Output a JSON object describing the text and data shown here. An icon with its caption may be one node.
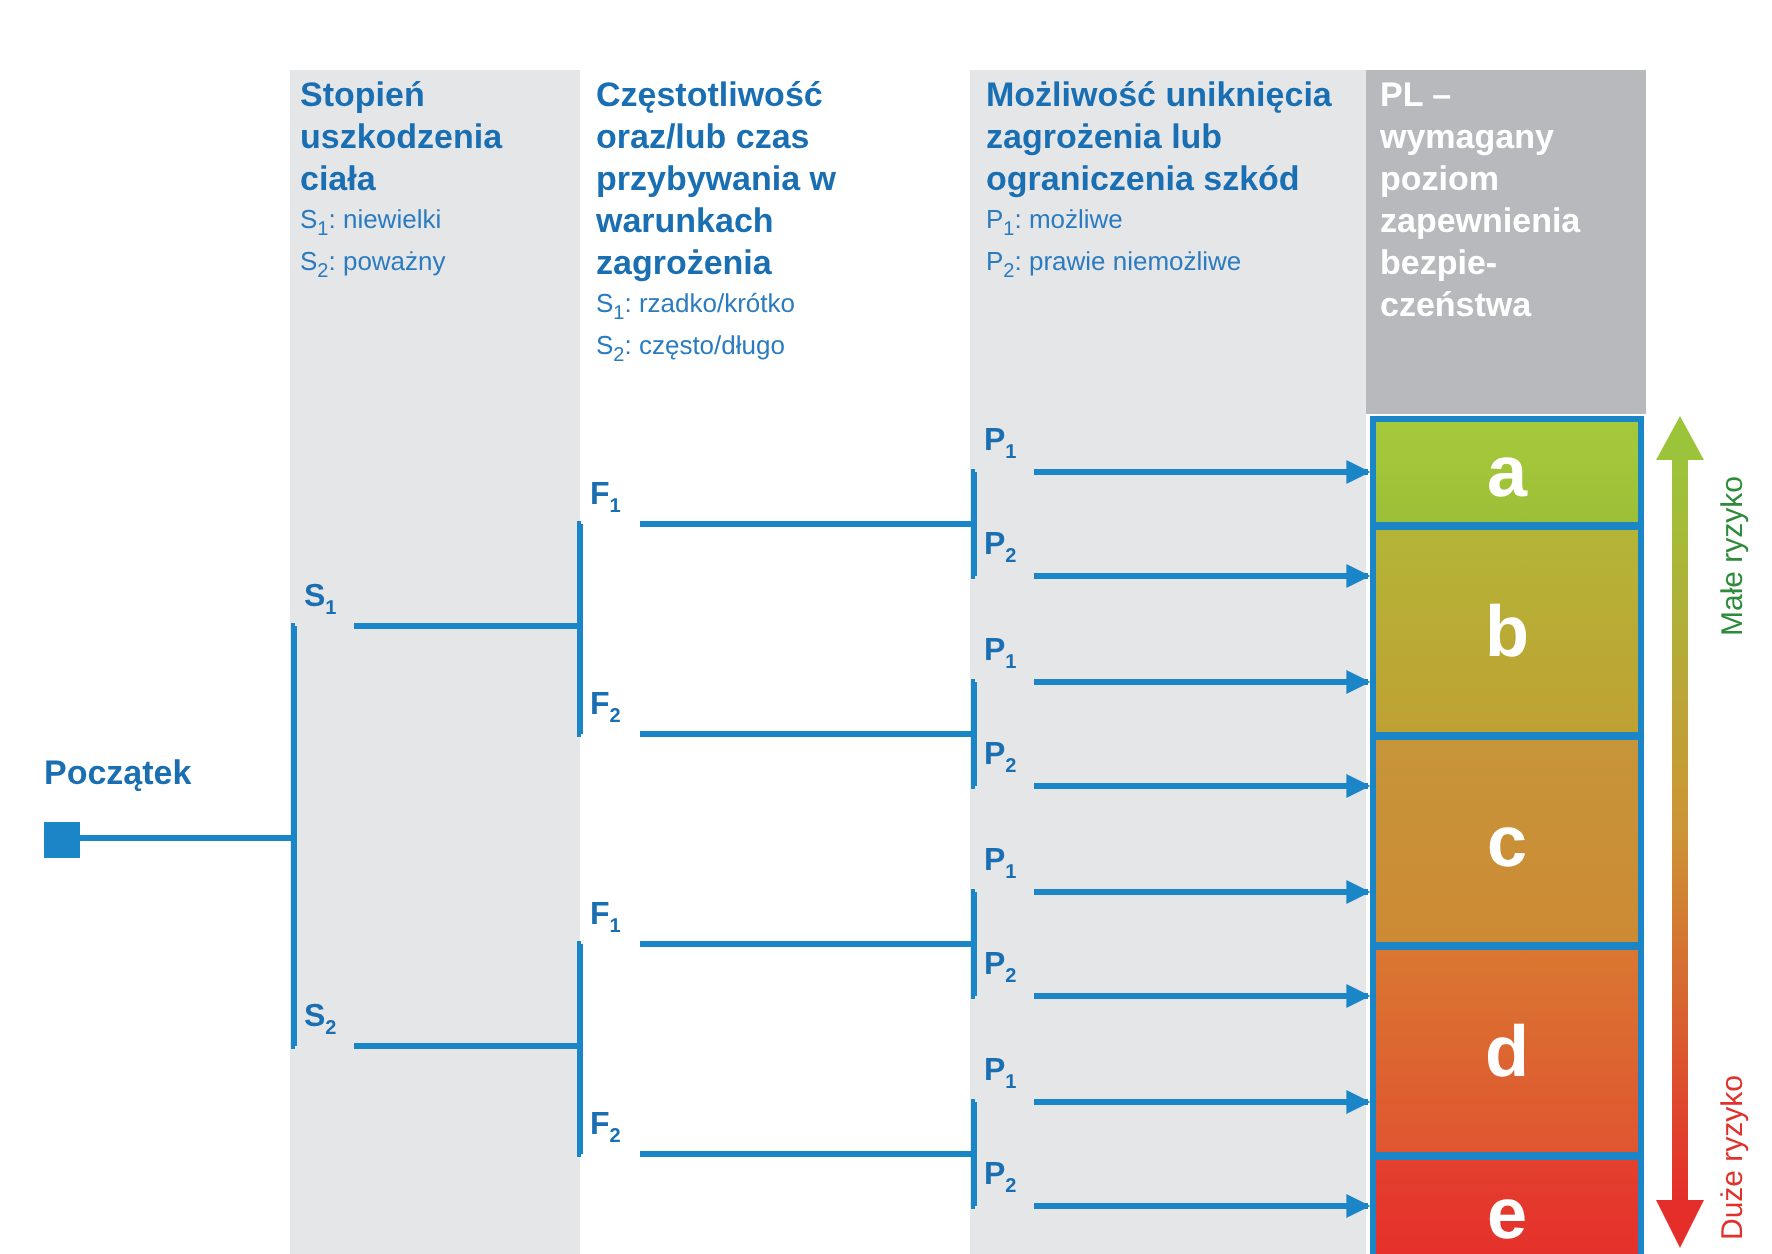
{
  "diagram": {
    "nodes": [
      {
        "text": [],
        "shape": "box",
        "beside": [
          "Początek"
        ]
      },
      {
        "text": [
          "Stopień uszkodzenia ciała",
          "S$_{1}$: niewielki",
          "S$_{2}$: poważny"
        ]
      },
      {
        "text": [
          "S$_{1}$"
        ],
        "in": 1
      },
      {
        "text": [
          "S$_{2}$"
        ],
        "in": 1
      },
      {
        "text": [
          "Częstotliwość oraz/lub czas przybywania w warunkach zagrożenia",
          "S$_{1}$: rzadko/krótko",
          "S$_{2}$: często/długo"
        ]
      },
      {
        "text": [
          "F$_{1}$"
        ],
        "in": 4
      },
      {
        "text": [
          "F$_{2}$"
        ],
        "in": 4
      },
      {
        "text": [
          "F$_{1}$"
        ],
        "in": 4
      },
      {
        "text": [
          "F$_{2}$"
        ],
        "in": 4
      },
      {
        "text": [
          "Możliwość uniknięcia zagrożenia lub ograniczenia szkód",
          "P$_{1}$: możliwe",
          "P$_{2}$: prawie niemożliwe"
        ]
      },
      {
        "text": [
          "P$_{1}$"
        ],
        "in": 9
      },
      {
        "text": [
          "P$_{2}$"
        ],
        "in": 9
      },
      {
        "text": [
          "P$_{1}$"
        ],
        "in": 9
      },
      {
        "text": [
          "P$_{2}$"
        ],
        "in": 9
      },
      {
        "text": [
          "P$_{1}$"
        ],
        "in": 9
      },
      {
        "text": [
          "P$_{2}$"
        ],
        "in": 9
      },
      {
        "text": [
          "P$_{1}$"
        ],
        "in": 9
      },
      {
        "text": [
          "P$_{2}$"
        ],
        "in": 9
      },
      {
        "text": [
          "PL – wymagany poziom zapewnienia bezpie- czeństwa"
        ]
      },
      {
        "text": [
          "a"
        ]
      },
      {
        "text": [
          "b"
        ]
      },
      {
        "text": [
          "c"
        ]
      },
      {
        "text": [
          "d"
        ]
      },
      {
        "text": [
          "e"
        ]
      }
    ],
    "edges": [
      {
        "from": 0,
        "to": 2,
        "arrow": "none"
      },
      {
        "from": 0,
        "to": 3,
        "arrow": "none"
      },
      {
        "from": 2,
        "to": 5,
        "arrow": "none"
      },
      {
        "from": 2,
        "to": 6,
        "arrow": "none"
      },
      {
        "from": 3,
        "to": 7,
        "arrow": "none"
      },
      {
        "from": 3,
        "to": 8,
        "arrow": "none"
      },
      {
        "from": 5,
        "to": 10,
        "arrow": "none"
      },
      {
        "from": 5,
        "to": 11,
        "arrow": "none"
      },
      {
        "from": 6,
        "to": 12,
        "arrow": "none"
      },
      {
        "from": 6,
        "to": 13,
        "arrow": "none"
      },
      {
        "from": 7,
        "to": 14,
        "arrow": "none"
      },
      {
        "from": 7,
        "to": 15,
        "arrow": "none"
      },
      {
        "from": 8,
        "to": 16,
        "arrow": "none"
      },
      {
        "from": 8,
        "to": 17,
        "arrow": "none"
      },
      {
        "from": 10,
        "to": 19,
        "arrow": "to"
      },
      {
        "from": 11,
        "to": 20,
        "arrow": "to"
      },
      {
        "from": 12,
        "to": 20,
        "arrow": "to"
      },
      {
        "from": 13,
        "to": 21,
        "arrow": "to"
      },
      {
        "from": 14,
        "to": 21,
        "arrow": "to"
      },
      {
        "from": 15,
        "to": 22,
        "arrow": "to"
      },
      {
        "from": 16,
        "to": 22,
        "arrow": "to"
      },
      {
        "from": 17,
        "to": 23,
        "arrow": "to"
      }
    ],
    "labels": [
      "Małe ryzyko",
      "Duże ryzyko"
    ]
  }
}
